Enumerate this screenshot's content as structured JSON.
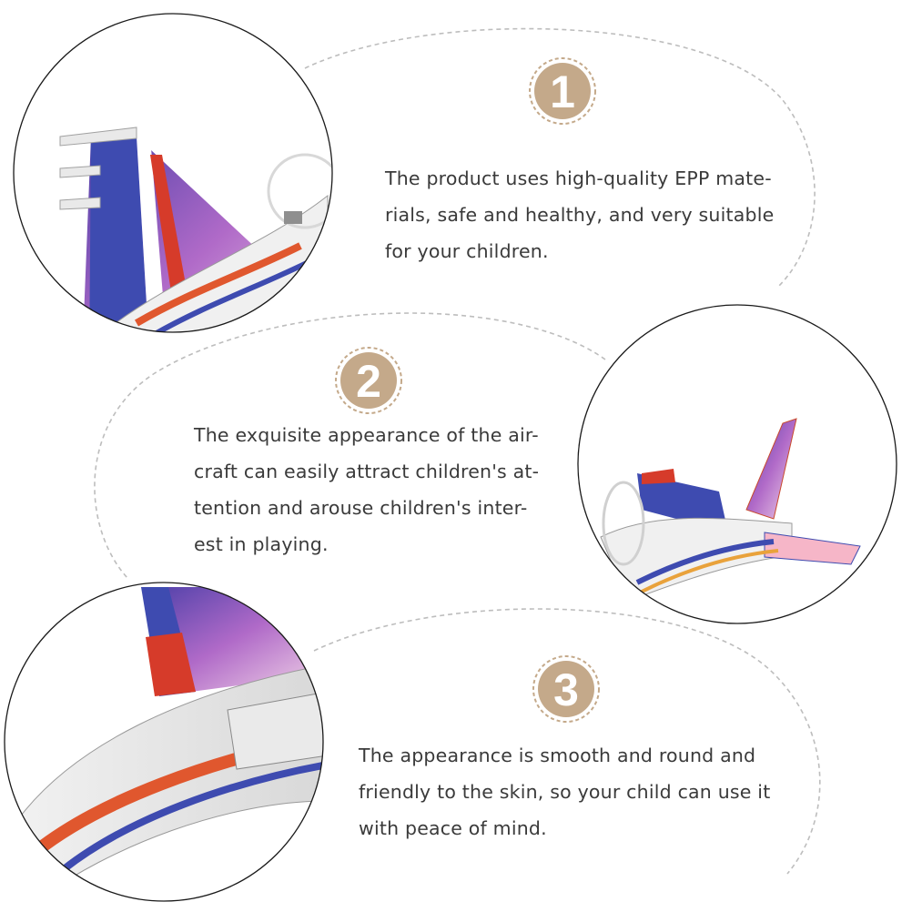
{
  "accent_color": "#c4a98a",
  "sections": [
    {
      "number": "1",
      "lines": [
        "The product uses high-quality EPP mate-",
        "rials, safe and healthy, and very suitable",
        "for your children."
      ],
      "image": "toy-plane-tail-photo"
    },
    {
      "number": "2",
      "lines": [
        "The exquisite appearance of the air-",
        "craft can easily attract children's at-",
        "tention and arouse children's inter-",
        "est in playing."
      ],
      "image": "toy-plane-side-photo"
    },
    {
      "number": "3",
      "lines": [
        "The appearance is smooth and round and",
        "friendly to the skin, so your child can use it",
        "with peace of mind."
      ],
      "image": "toy-plane-wing-photo"
    }
  ]
}
